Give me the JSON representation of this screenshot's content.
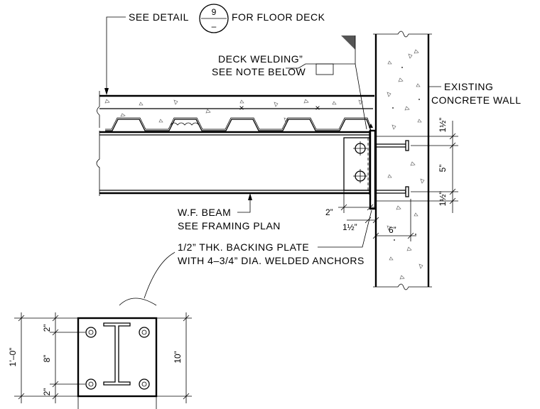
{
  "labels": {
    "see_detail_prefix": "SEE DETAIL",
    "see_detail_suffix": "FOR FLOOR DECK",
    "detail_number": "9",
    "detail_sheet": "–",
    "deck_welding_line1": "DECK WELDING”",
    "deck_welding_line2": "SEE NOTE BELOW",
    "existing_wall_line1": "EXISTING",
    "existing_wall_line2": "CONCRETE WALL",
    "beam_line1": "W.F. BEAM",
    "beam_line2": "SEE FRAMING PLAN",
    "plate_line1": "1/2” THK. BACKING PLATE",
    "plate_line2": "WITH 4–3/4” DIA. WELDED ANCHORS"
  },
  "dimensions": {
    "edge_top": "1½”",
    "anchor_spacing": "5”",
    "edge_bottom": "1½”",
    "plate_offset": "2”",
    "plate_edge": "1½”",
    "anchor_embed": "6”",
    "detail_edge_top": "2”",
    "detail_spacing": "8”",
    "detail_edge_bottom": "2”",
    "detail_overall": "1’–0”",
    "detail_width": "10”"
  }
}
